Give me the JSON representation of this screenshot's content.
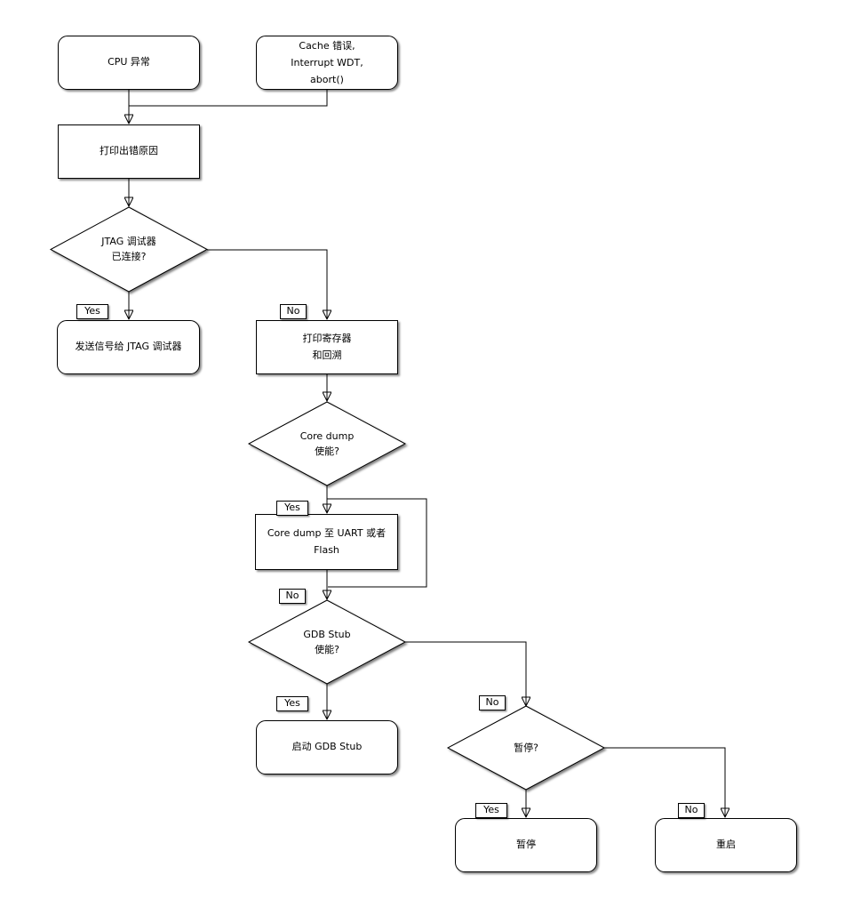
{
  "diagram": {
    "background_color": "#ffffff",
    "stroke_color": "#000000",
    "node_fill_color": "#ffffff",
    "shadow_color": "rgba(0,0,0,0.45)",
    "nodes": {
      "cpu_exception": {
        "shape": "rounded",
        "label": "CPU 异常"
      },
      "cache_error": {
        "shape": "rounded",
        "label": "Cache 错误,\nInterrupt WDT,\nabort()"
      },
      "print_error_cause": {
        "shape": "rect",
        "label": "打印出错原因"
      },
      "jtag_connected": {
        "shape": "diamond",
        "label": "JTAG 调试器\n已连接?"
      },
      "send_signal_jtag": {
        "shape": "rounded",
        "label": "发送信号给 JTAG 调试器"
      },
      "print_registers": {
        "shape": "rect",
        "label": "打印寄存器\n和回溯"
      },
      "core_dump_enabled": {
        "shape": "diamond",
        "label": "Core dump\n使能?"
      },
      "core_dump_uart_flash": {
        "shape": "rect",
        "label": "Core dump 至 UART 或者 Flash"
      },
      "gdb_stub_enabled": {
        "shape": "diamond",
        "label": "GDB Stub\n使能?"
      },
      "start_gdb_stub": {
        "shape": "rounded",
        "label": "启动 GDB Stub"
      },
      "halt_question": {
        "shape": "diamond",
        "label": "暂停?"
      },
      "halt": {
        "shape": "rounded",
        "label": "暂停"
      },
      "reboot": {
        "shape": "rounded",
        "label": "重启"
      }
    },
    "edge_labels": {
      "yes": "Yes",
      "no": "No"
    },
    "edges": [
      {
        "from": "cpu_exception",
        "to": "print_error_cause",
        "label": ""
      },
      {
        "from": "cache_error",
        "to": "print_error_cause",
        "label": ""
      },
      {
        "from": "print_error_cause",
        "to": "jtag_connected",
        "label": ""
      },
      {
        "from": "jtag_connected",
        "to": "send_signal_jtag",
        "label": "Yes"
      },
      {
        "from": "jtag_connected",
        "to": "print_registers",
        "label": "No"
      },
      {
        "from": "print_registers",
        "to": "core_dump_enabled",
        "label": ""
      },
      {
        "from": "core_dump_enabled",
        "to": "core_dump_uart_flash",
        "label": "Yes"
      },
      {
        "from": "core_dump_enabled",
        "to": "gdb_stub_enabled",
        "label": "No"
      },
      {
        "from": "core_dump_uart_flash",
        "to": "gdb_stub_enabled",
        "label": ""
      },
      {
        "from": "gdb_stub_enabled",
        "to": "start_gdb_stub",
        "label": "Yes"
      },
      {
        "from": "gdb_stub_enabled",
        "to": "halt_question",
        "label": "No"
      },
      {
        "from": "halt_question",
        "to": "halt",
        "label": "Yes"
      },
      {
        "from": "halt_question",
        "to": "reboot",
        "label": "No"
      }
    ]
  }
}
